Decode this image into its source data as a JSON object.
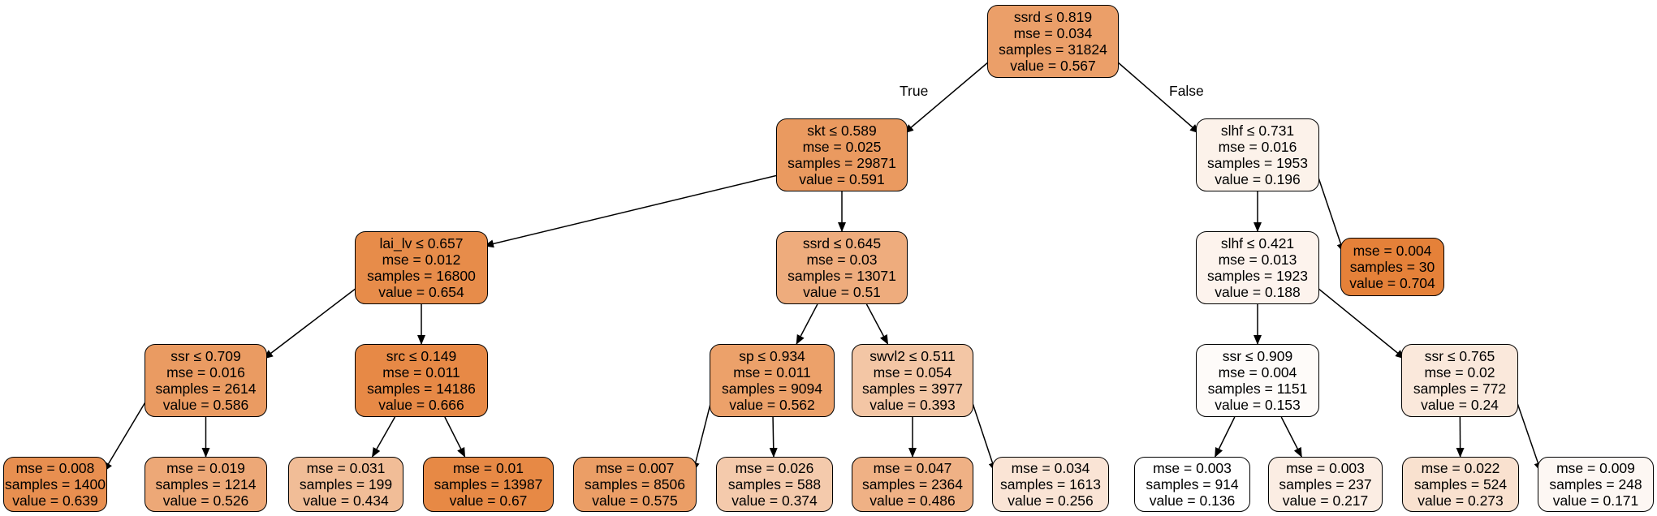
{
  "edge_labels": {
    "true_label": "True",
    "false_label": "False"
  },
  "colors": {
    "edge": "#000000",
    "border": "#000000",
    "min_fill": "#ffffff",
    "max_fill": "#e58139"
  },
  "value_range": {
    "min": 0.136,
    "max": 0.704
  },
  "nodes": [
    {
      "id": "n0",
      "split": "ssrd ≤ 0.819",
      "mse": "mse = 0.034",
      "samples": "samples = 31824",
      "value": "value = 0.567",
      "v": 0.567
    },
    {
      "id": "n1",
      "split": "skt ≤ 0.589",
      "mse": "mse = 0.025",
      "samples": "samples = 29871",
      "value": "value = 0.591",
      "v": 0.591
    },
    {
      "id": "n2",
      "split": "slhf ≤ 0.731",
      "mse": "mse = 0.016",
      "samples": "samples = 1953",
      "value": "value = 0.196",
      "v": 0.196
    },
    {
      "id": "n3",
      "split": "lai_lv ≤ 0.657",
      "mse": "mse = 0.012",
      "samples": "samples = 16800",
      "value": "value = 0.654",
      "v": 0.654
    },
    {
      "id": "n4",
      "split": "ssrd ≤ 0.645",
      "mse": "mse = 0.03",
      "samples": "samples = 13071",
      "value": "value = 0.51",
      "v": 0.51
    },
    {
      "id": "n5",
      "split": "slhf ≤ 0.421",
      "mse": "mse = 0.013",
      "samples": "samples = 1923",
      "value": "value = 0.188",
      "v": 0.188
    },
    {
      "id": "n6",
      "split": "",
      "mse": "mse = 0.004",
      "samples": "samples = 30",
      "value": "value = 0.704",
      "v": 0.704
    },
    {
      "id": "n7",
      "split": "ssr ≤ 0.709",
      "mse": "mse = 0.016",
      "samples": "samples = 2614",
      "value": "value = 0.586",
      "v": 0.586
    },
    {
      "id": "n8",
      "split": "src ≤ 0.149",
      "mse": "mse = 0.011",
      "samples": "samples = 14186",
      "value": "value = 0.666",
      "v": 0.666
    },
    {
      "id": "n9",
      "split": "sp ≤ 0.934",
      "mse": "mse = 0.011",
      "samples": "samples = 9094",
      "value": "value = 0.562",
      "v": 0.562
    },
    {
      "id": "n10",
      "split": "swvl2 ≤ 0.511",
      "mse": "mse = 0.054",
      "samples": "samples = 3977",
      "value": "value = 0.393",
      "v": 0.393
    },
    {
      "id": "n11",
      "split": "ssr ≤ 0.909",
      "mse": "mse = 0.004",
      "samples": "samples = 1151",
      "value": "value = 0.153",
      "v": 0.153
    },
    {
      "id": "n12",
      "split": "ssr ≤ 0.765",
      "mse": "mse = 0.02",
      "samples": "samples = 772",
      "value": "value = 0.24",
      "v": 0.24
    },
    {
      "id": "n13",
      "split": "",
      "mse": "mse = 0.008",
      "samples": "samples = 1400",
      "value": "value = 0.639",
      "v": 0.639
    },
    {
      "id": "n14",
      "split": "",
      "mse": "mse = 0.019",
      "samples": "samples = 1214",
      "value": "value = 0.526",
      "v": 0.526
    },
    {
      "id": "n15",
      "split": "",
      "mse": "mse = 0.031",
      "samples": "samples = 199",
      "value": "value = 0.434",
      "v": 0.434
    },
    {
      "id": "n16",
      "split": "",
      "mse": "mse = 0.01",
      "samples": "samples = 13987",
      "value": "value = 0.67",
      "v": 0.67
    },
    {
      "id": "n17",
      "split": "",
      "mse": "mse = 0.007",
      "samples": "samples = 8506",
      "value": "value = 0.575",
      "v": 0.575
    },
    {
      "id": "n18",
      "split": "",
      "mse": "mse = 0.026",
      "samples": "samples = 588",
      "value": "value = 0.374",
      "v": 0.374
    },
    {
      "id": "n19",
      "split": "",
      "mse": "mse = 0.047",
      "samples": "samples = 2364",
      "value": "value = 0.486",
      "v": 0.486
    },
    {
      "id": "n20",
      "split": "",
      "mse": "mse = 0.034",
      "samples": "samples = 1613",
      "value": "value = 0.256",
      "v": 0.256
    },
    {
      "id": "n21",
      "split": "",
      "mse": "mse = 0.003",
      "samples": "samples = 914",
      "value": "value = 0.136",
      "v": 0.136
    },
    {
      "id": "n22",
      "split": "",
      "mse": "mse = 0.003",
      "samples": "samples = 237",
      "value": "value = 0.217",
      "v": 0.217
    },
    {
      "id": "n23",
      "split": "",
      "mse": "mse = 0.022",
      "samples": "samples = 524",
      "value": "value = 0.273",
      "v": 0.273
    },
    {
      "id": "n24",
      "split": "",
      "mse": "mse = 0.009",
      "samples": "samples = 248",
      "value": "value = 0.171",
      "v": 0.171
    }
  ],
  "edges": [
    [
      "n0",
      "n1"
    ],
    [
      "n0",
      "n2"
    ],
    [
      "n1",
      "n3"
    ],
    [
      "n1",
      "n4"
    ],
    [
      "n2",
      "n5"
    ],
    [
      "n2",
      "n6"
    ],
    [
      "n3",
      "n7"
    ],
    [
      "n3",
      "n8"
    ],
    [
      "n4",
      "n9"
    ],
    [
      "n4",
      "n10"
    ],
    [
      "n5",
      "n11"
    ],
    [
      "n5",
      "n12"
    ],
    [
      "n7",
      "n13"
    ],
    [
      "n7",
      "n14"
    ],
    [
      "n8",
      "n15"
    ],
    [
      "n8",
      "n16"
    ],
    [
      "n9",
      "n17"
    ],
    [
      "n9",
      "n18"
    ],
    [
      "n10",
      "n19"
    ],
    [
      "n10",
      "n20"
    ],
    [
      "n11",
      "n21"
    ],
    [
      "n11",
      "n22"
    ],
    [
      "n12",
      "n23"
    ],
    [
      "n12",
      "n24"
    ]
  ]
}
